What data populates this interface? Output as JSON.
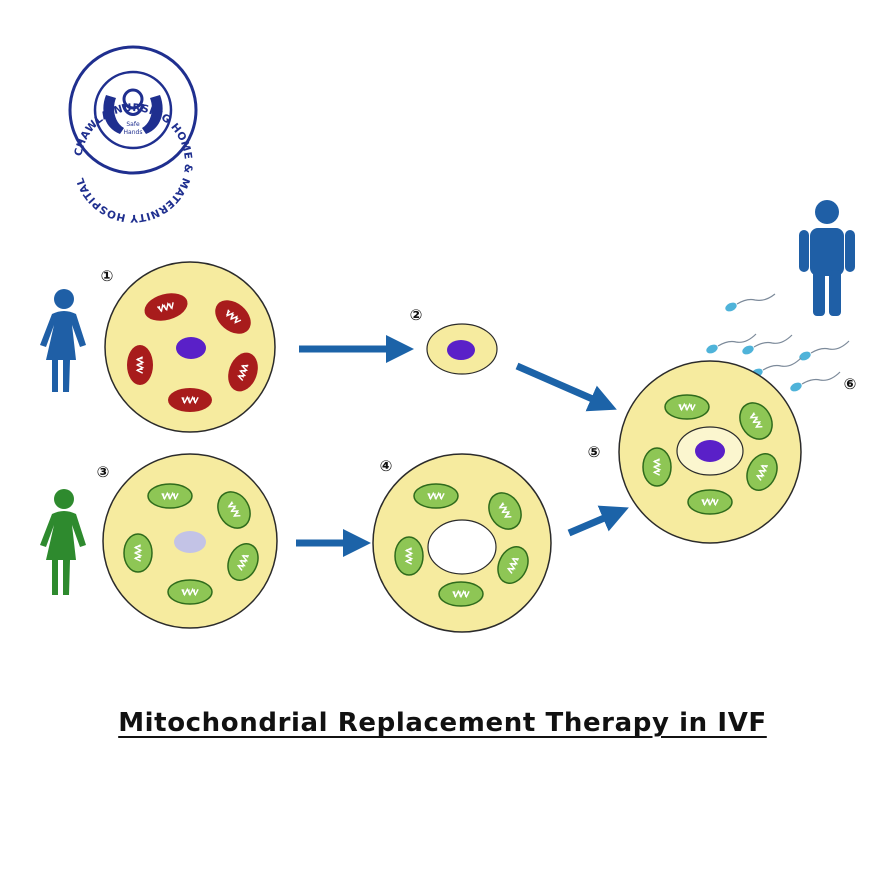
{
  "logo": {
    "arc_text": "CHAWLA NURSING HOME & MATERNITY HOSPITAL",
    "center_line1": "Safe",
    "center_line2": "Hands"
  },
  "steps": [
    {
      "id": 1,
      "label": "①"
    },
    {
      "id": 2,
      "label": "②"
    },
    {
      "id": 3,
      "label": "③"
    },
    {
      "id": 4,
      "label": "④"
    },
    {
      "id": 5,
      "label": "⑤"
    },
    {
      "id": 6,
      "label": "⑥"
    }
  ],
  "caption": "Mitochondrial Replacement Therapy in IVF",
  "colors": {
    "cell_fill": "#f6eb9f",
    "cell_stroke": "#2b2b2b",
    "nucleus": "#5a20c8",
    "donor_nucleus": "#c3c3e6",
    "mito_defective": "#a81c1c",
    "mito_healthy": "#8ec655",
    "arrow": "#1c63a8",
    "mother_figure": "#1f5fa6",
    "donor_figure": "#2e8a2e",
    "father_figure": "#1f5fa6",
    "sperm": "#4fb3d9",
    "logo_blue": "#1f2f8f"
  }
}
